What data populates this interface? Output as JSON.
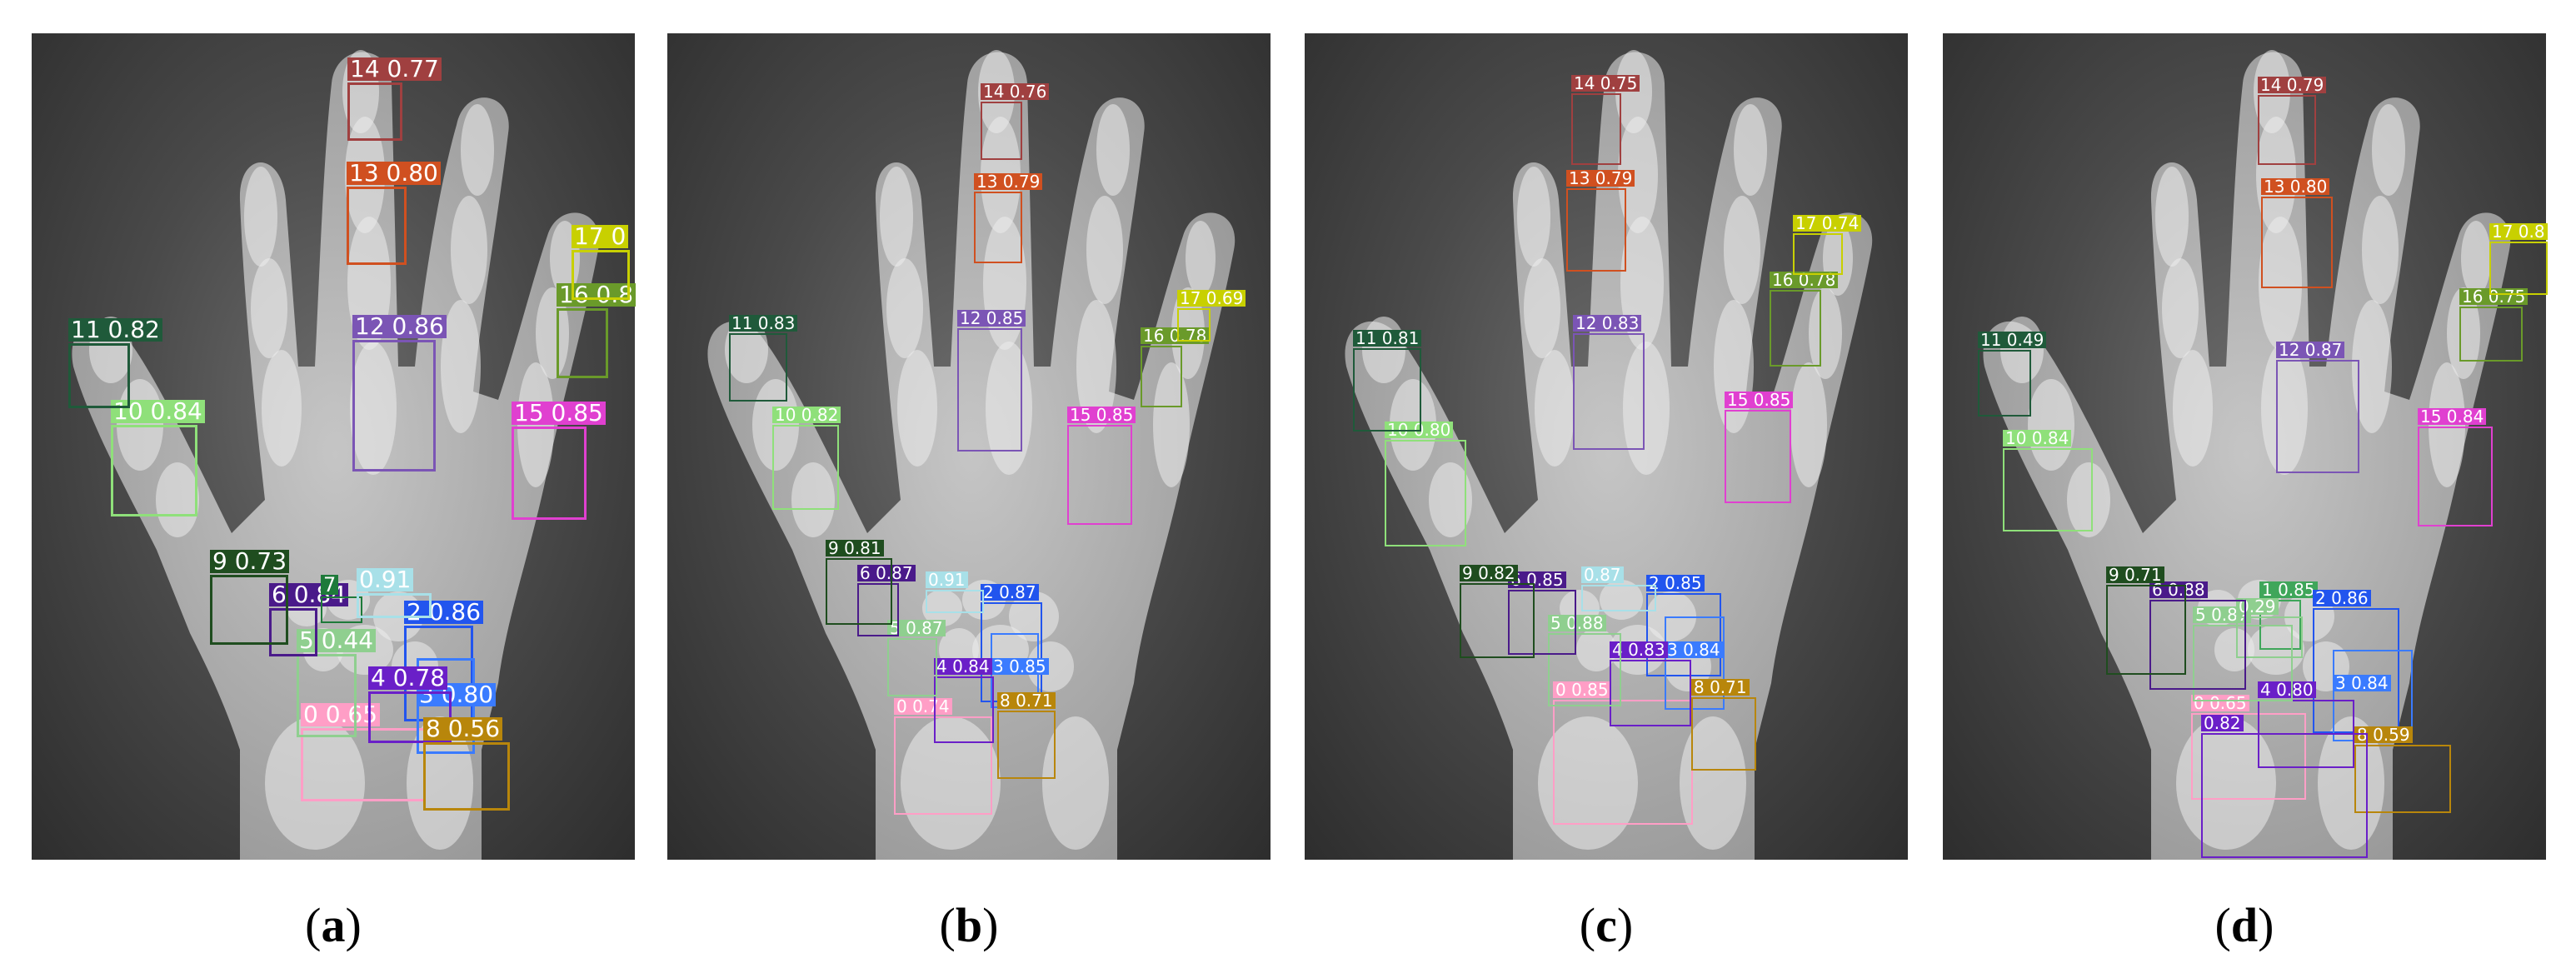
{
  "panels": [
    {
      "caption_letter": "a",
      "detections": [
        {
          "id": "0",
          "score": "0.65",
          "color": "#ff9ec6"
        },
        {
          "id": "2",
          "score": "0.86",
          "color": "#2255ee"
        },
        {
          "id": "3",
          "score": "0.80",
          "color": "#3a7bff"
        },
        {
          "id": "4",
          "score": "0.78",
          "color": "#6a1fc8"
        },
        {
          "id": "5",
          "score": "0.44",
          "color": "#8fcf8f"
        },
        {
          "id": "6",
          "score": "0.84",
          "color": "#4a1a8a"
        },
        {
          "id": "7",
          "score": "",
          "color": "#1e7a3a"
        },
        {
          "id": "8",
          "score": "0.56",
          "color": "#b8860b"
        },
        {
          "id": "9",
          "score": "0.73",
          "color": "#1f4d1f"
        },
        {
          "id": "10",
          "score": "0.84",
          "color": "#8fe07a"
        },
        {
          "id": "11",
          "score": "0.82",
          "color": "#1f5a3a"
        },
        {
          "id": "12",
          "score": "0.86",
          "color": "#7b55b5"
        },
        {
          "id": "13",
          "score": "0.80",
          "color": "#d05020"
        },
        {
          "id": "14",
          "score": "0.77",
          "color": "#a04040"
        },
        {
          "id": "15",
          "score": "0.85",
          "color": "#e040d0"
        },
        {
          "id": "16",
          "score": "0.8",
          "color": "#6a9a2a"
        },
        {
          "id": "17",
          "score": "0",
          "color": "#c8d000"
        },
        {
          "id": "",
          "score": "0.91",
          "color": "#a8e0e8"
        }
      ]
    },
    {
      "caption_letter": "b",
      "detections": [
        {
          "id": "0",
          "score": "0.74",
          "color": "#ff9ec6"
        },
        {
          "id": "2",
          "score": "0.87",
          "color": "#2255ee"
        },
        {
          "id": "3",
          "score": "0.85",
          "color": "#3a7bff"
        },
        {
          "id": "4",
          "score": "0.84",
          "color": "#6a1fc8"
        },
        {
          "id": "5",
          "score": "0.87",
          "color": "#8fcf8f"
        },
        {
          "id": "6",
          "score": "0.87",
          "color": "#4a1a8a"
        },
        {
          "id": "8",
          "score": "0.71",
          "color": "#b8860b"
        },
        {
          "id": "9",
          "score": "0.81",
          "color": "#1f4d1f"
        },
        {
          "id": "10",
          "score": "0.82",
          "color": "#8fe07a"
        },
        {
          "id": "11",
          "score": "0.83",
          "color": "#1f5a3a"
        },
        {
          "id": "12",
          "score": "0.85",
          "color": "#7b55b5"
        },
        {
          "id": "13",
          "score": "0.79",
          "color": "#d05020"
        },
        {
          "id": "14",
          "score": "0.76",
          "color": "#a04040"
        },
        {
          "id": "15",
          "score": "0.85",
          "color": "#e040d0"
        },
        {
          "id": "16",
          "score": "0.78",
          "color": "#6a9a2a"
        },
        {
          "id": "17",
          "score": "0.69",
          "color": "#c8d000"
        },
        {
          "id": "",
          "score": "0.91",
          "color": "#a8e0e8"
        }
      ]
    },
    {
      "caption_letter": "c",
      "detections": [
        {
          "id": "0",
          "score": "0.85",
          "color": "#ff9ec6"
        },
        {
          "id": "2",
          "score": "0.85",
          "color": "#2255ee"
        },
        {
          "id": "3",
          "score": "0.84",
          "color": "#3a7bff"
        },
        {
          "id": "4",
          "score": "0.83",
          "color": "#6a1fc8"
        },
        {
          "id": "5",
          "score": "0.88",
          "color": "#8fcf8f"
        },
        {
          "id": "6",
          "score": "0.85",
          "color": "#4a1a8a"
        },
        {
          "id": "8",
          "score": "0.71",
          "color": "#b8860b"
        },
        {
          "id": "9",
          "score": "0.82",
          "color": "#1f4d1f"
        },
        {
          "id": "10",
          "score": "0.80",
          "color": "#8fe07a"
        },
        {
          "id": "11",
          "score": "0.81",
          "color": "#1f5a3a"
        },
        {
          "id": "12",
          "score": "0.83",
          "color": "#7b55b5"
        },
        {
          "id": "13",
          "score": "0.79",
          "color": "#d05020"
        },
        {
          "id": "14",
          "score": "0.75",
          "color": "#a04040"
        },
        {
          "id": "15",
          "score": "0.85",
          "color": "#e040d0"
        },
        {
          "id": "16",
          "score": "0.78",
          "color": "#6a9a2a"
        },
        {
          "id": "17",
          "score": "0.74",
          "color": "#c8d000"
        },
        {
          "id": "",
          "score": "0.87",
          "color": "#a8e0e8"
        }
      ]
    },
    {
      "caption_letter": "d",
      "detections": [
        {
          "id": "0",
          "score": "0.65",
          "color": "#ff9ec6"
        },
        {
          "id": "1",
          "score": "0.85",
          "color": "#3fa65a"
        },
        {
          "id": "2",
          "score": "0.86",
          "color": "#2255ee"
        },
        {
          "id": "3",
          "score": "0.84",
          "color": "#3a7bff"
        },
        {
          "id": "4",
          "score": "0.80",
          "color": "#6a1fc8"
        },
        {
          "id": "5",
          "score": "0.87",
          "color": "#8fcf8f"
        },
        {
          "id": "",
          "score": "0.29",
          "color": "#8fcf8f"
        },
        {
          "id": "6",
          "score": "0.88",
          "color": "#4a1a8a"
        },
        {
          "id": "8",
          "score": "0.59",
          "color": "#b8860b"
        },
        {
          "id": "9",
          "score": "0.71",
          "color": "#1f4d1f"
        },
        {
          "id": "10",
          "score": "0.84",
          "color": "#8fe07a"
        },
        {
          "id": "11",
          "score": "0.49",
          "color": "#1f5a3a"
        },
        {
          "id": "12",
          "score": "0.87",
          "color": "#7b55b5"
        },
        {
          "id": "13",
          "score": "0.80",
          "color": "#d05020"
        },
        {
          "id": "14",
          "score": "0.79",
          "color": "#a04040"
        },
        {
          "id": "15",
          "score": "0.84",
          "color": "#e040d0"
        },
        {
          "id": "16",
          "score": "0.75",
          "color": "#6a9a2a"
        },
        {
          "id": "17",
          "score": "0.8",
          "color": "#c8d000"
        },
        {
          "id": "",
          "score": "0.82",
          "color": "#6a1fc8"
        }
      ]
    }
  ]
}
